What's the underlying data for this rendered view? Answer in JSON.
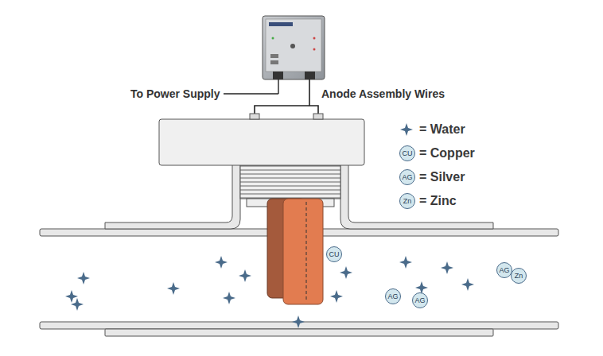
{
  "diagram": {
    "nodes": [
      {
        "text": [
          "CU"
        ]
      },
      {
        "text": [
          "AG"
        ]
      },
      {
        "text": [
          "Zn"
        ]
      },
      {
        "text": [
          "CU"
        ]
      },
      {
        "text": [
          "AG"
        ]
      },
      {
        "text": [
          "Zn"
        ]
      },
      {
        "text": [
          "AG"
        ]
      },
      {
        "text": [
          "AG"
        ]
      }
    ],
    "labels": [
      "To Power Supply",
      "Anode Assembly Wires"
    ],
    "legend": [
      {
        "text": "= Water"
      },
      {
        "text": "= Copper"
      },
      {
        "text": "= Silver"
      },
      {
        "text": "= Zinc"
      }
    ]
  }
}
